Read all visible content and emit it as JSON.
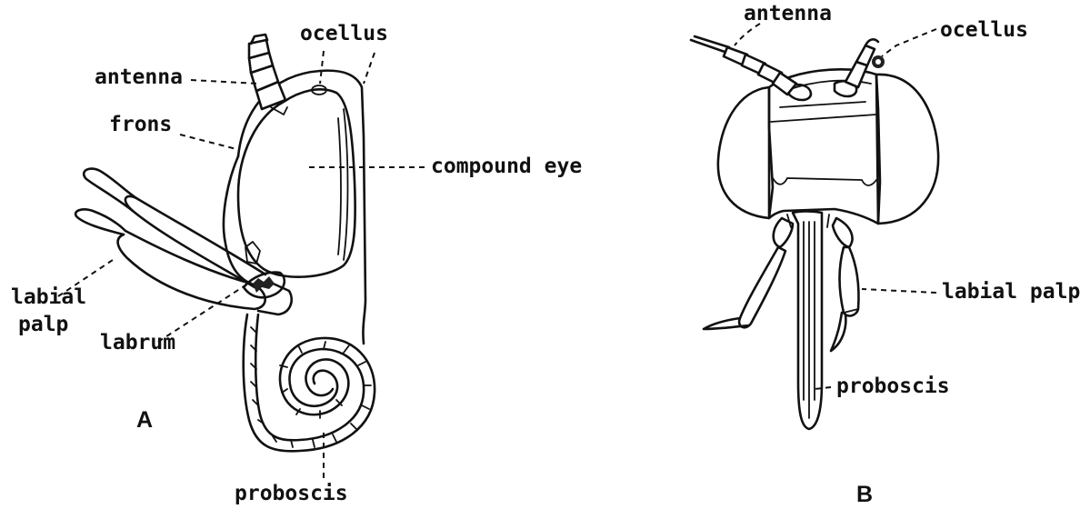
{
  "panel_a": {
    "letter": "A",
    "labels": {
      "ocellus": "ocellus",
      "antenna": "antenna",
      "frons": "frons",
      "compound_eye": "compound eye",
      "labial_palp_line1": "labial",
      "labial_palp_line2": "palp",
      "labrum": "labrum",
      "proboscis": "proboscis"
    }
  },
  "panel_b": {
    "letter": "B",
    "labels": {
      "antenna": "antenna",
      "ocellus": "ocellus",
      "labial_palp": "labial palp",
      "proboscis": "proboscis"
    }
  },
  "colors": {
    "ink": "#111111",
    "background": "#ffffff"
  }
}
